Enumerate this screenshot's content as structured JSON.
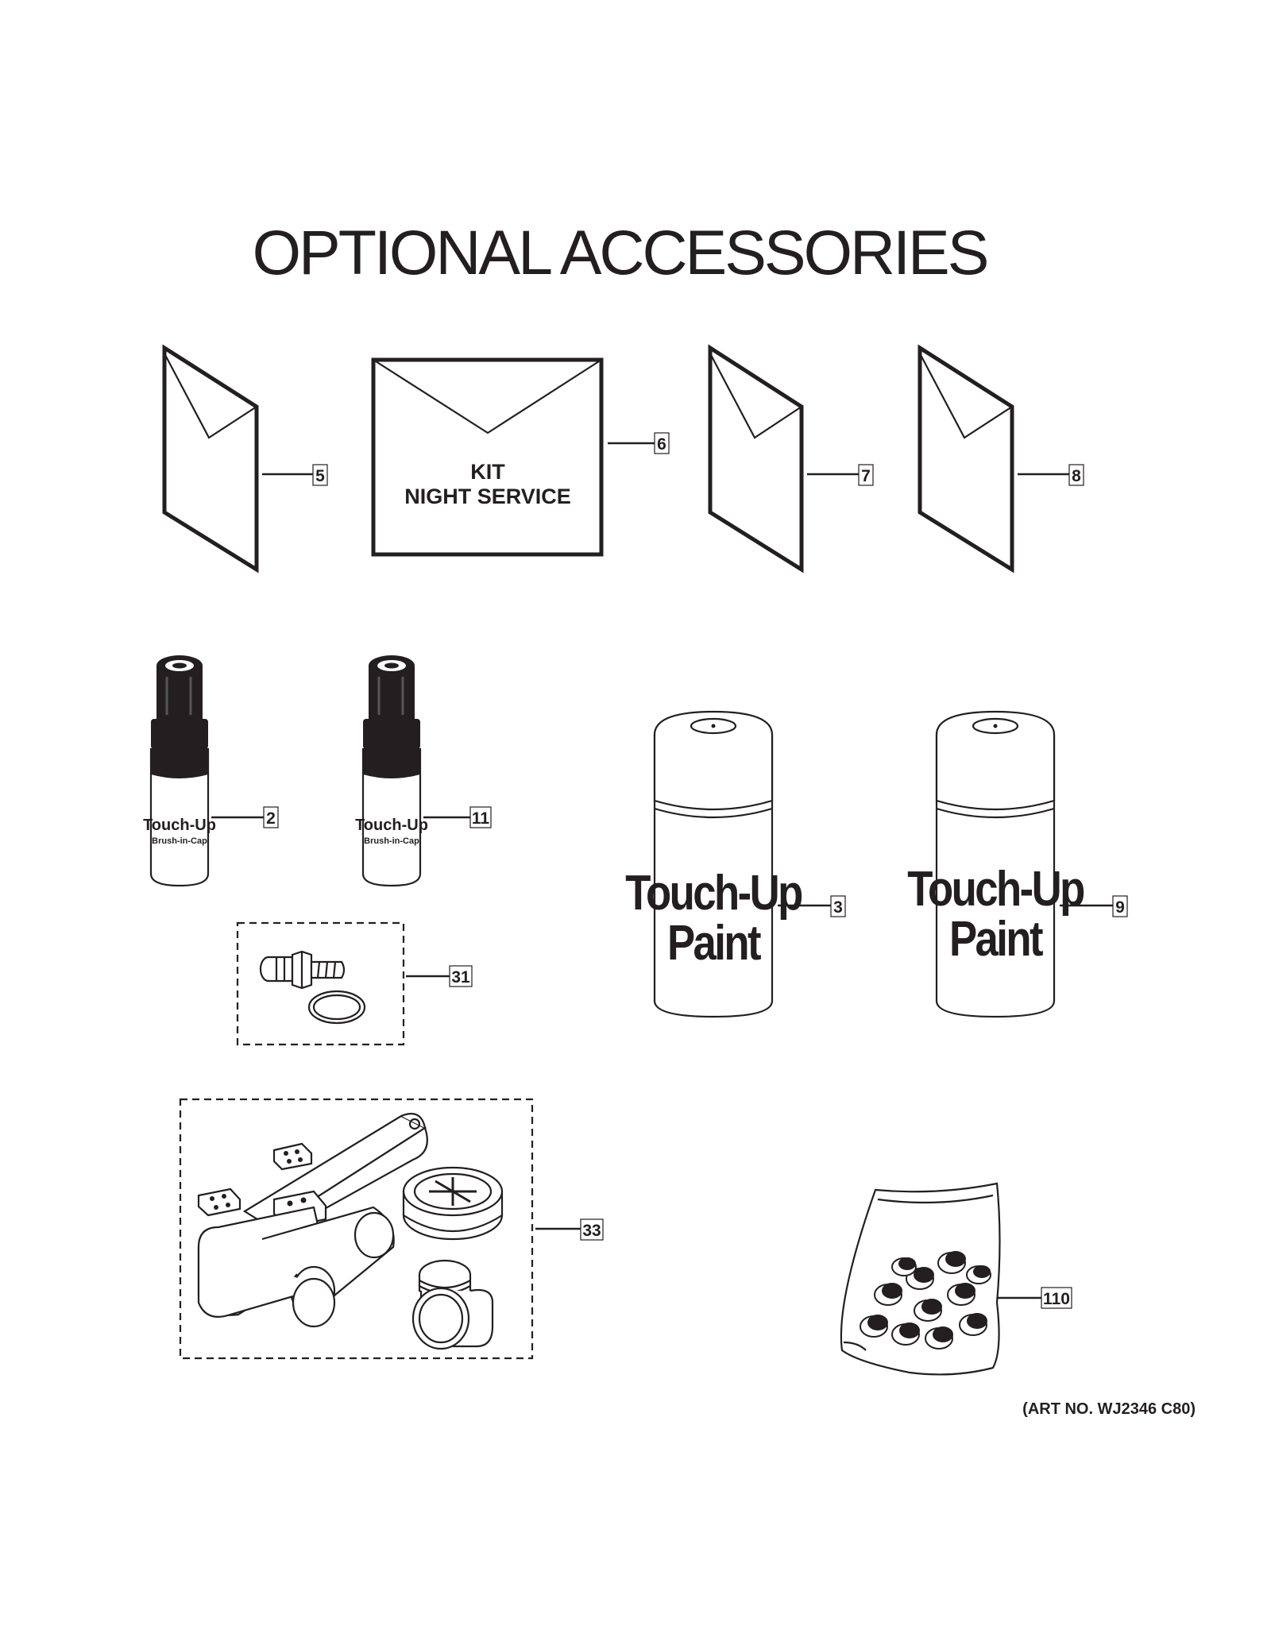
{
  "title": "OPTIONAL ACCESSORIES",
  "kit_label": {
    "line1": "KIT",
    "line2": "NIGHT SERVICE"
  },
  "pen_label": {
    "main": "Touch-Up",
    "sub": "Brush-in-Cap"
  },
  "can_label": {
    "line1": "Touch-Up",
    "line2": "Paint"
  },
  "callouts": {
    "c5": "5",
    "c6": "6",
    "c7": "7",
    "c8": "8",
    "c2": "2",
    "c11": "11",
    "c3": "3",
    "c9": "9",
    "c31": "31",
    "c33": "33",
    "c110": "110"
  },
  "art_number": "(ART NO. WJ2346 C80)",
  "icons": [
    "document-icon",
    "envelope-icon",
    "touch-up-pen-icon",
    "spray-can-icon",
    "hose-fitting-icon",
    "drain-kit-icon",
    "parts-bag-icon"
  ]
}
